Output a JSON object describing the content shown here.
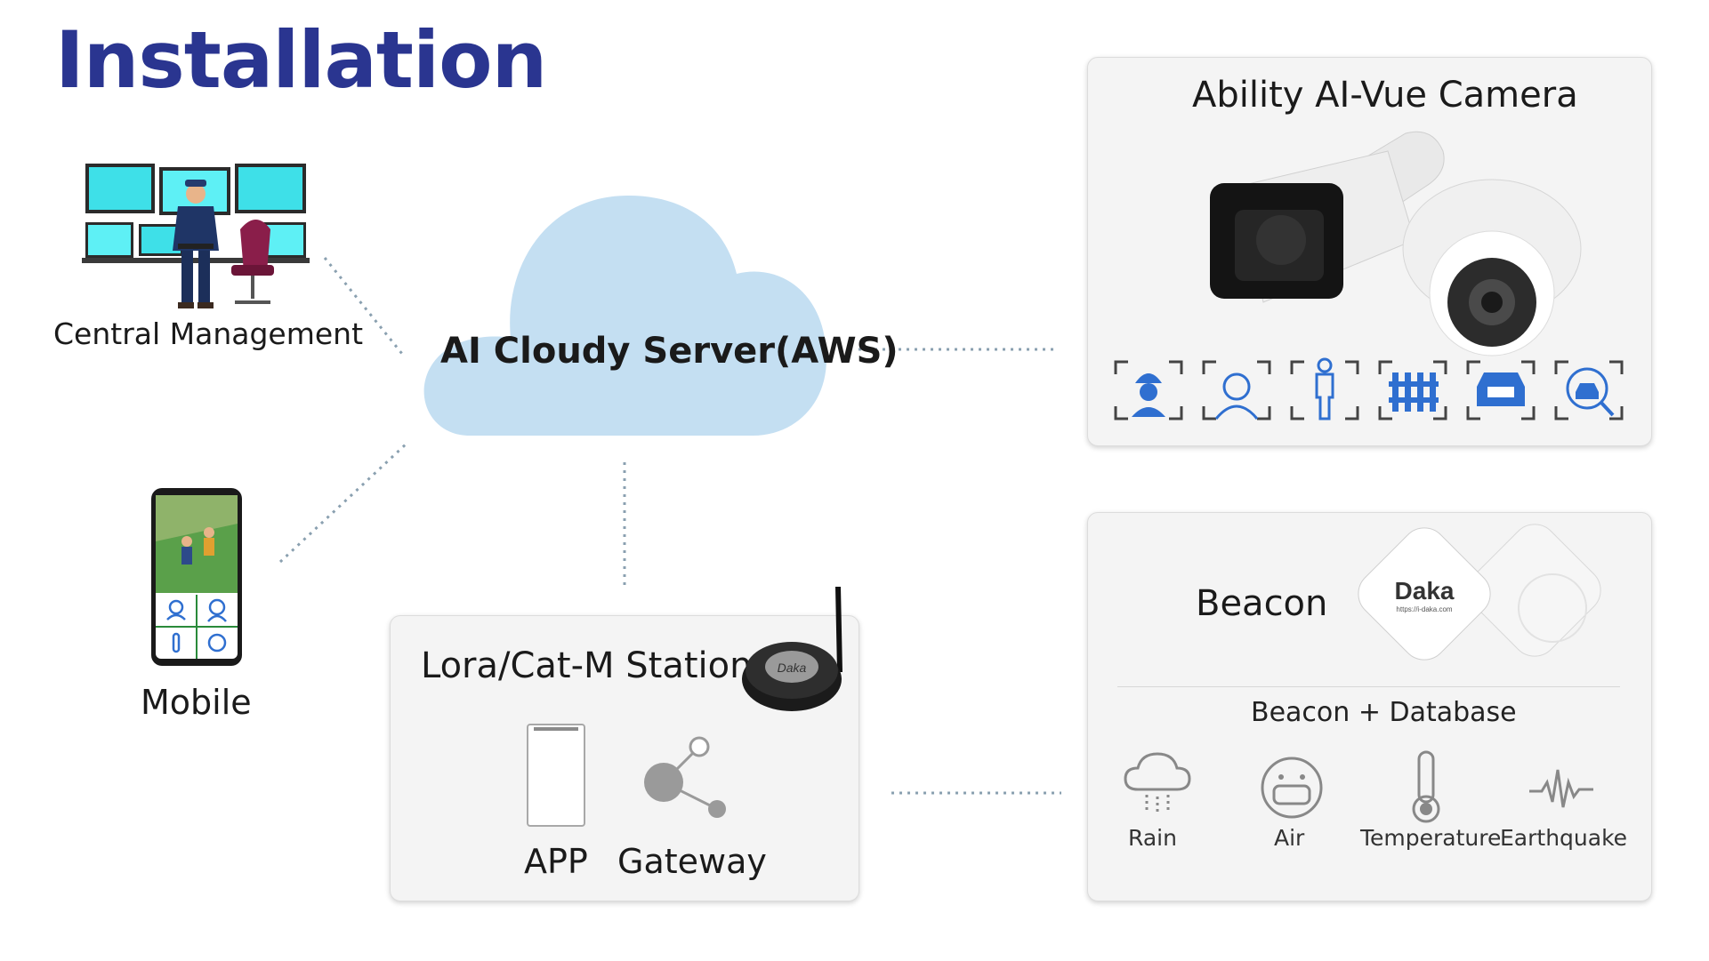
{
  "title": "Installation",
  "central": {
    "label": "Central Management"
  },
  "mobile": {
    "label": "Mobile"
  },
  "cloud": {
    "label": "AI Cloudy Server(AWS)"
  },
  "camera_panel": {
    "title": "Ability AI-Vue Camera",
    "icons": [
      "helmet-worker-icon",
      "face-recognition-icon",
      "person-detect-icon",
      "fence-icon",
      "license-plate-icon",
      "vehicle-search-icon"
    ]
  },
  "station_panel": {
    "title": "Lora/Cat-M Station",
    "device_logo": "Daka",
    "app_label": "APP",
    "gateway_label": "Gateway"
  },
  "beacon_panel": {
    "title": "Beacon",
    "logo": "Daka",
    "url": "https://i-daka.com",
    "subtitle": "Beacon + Database",
    "sensors": [
      "Rain",
      "Air",
      "Temperature",
      "Earthquake"
    ]
  },
  "colors": {
    "title": "#2a3590",
    "accent": "#2f6fd0",
    "cloud": "#c4dff2",
    "dotted": "#8aa0b0"
  }
}
